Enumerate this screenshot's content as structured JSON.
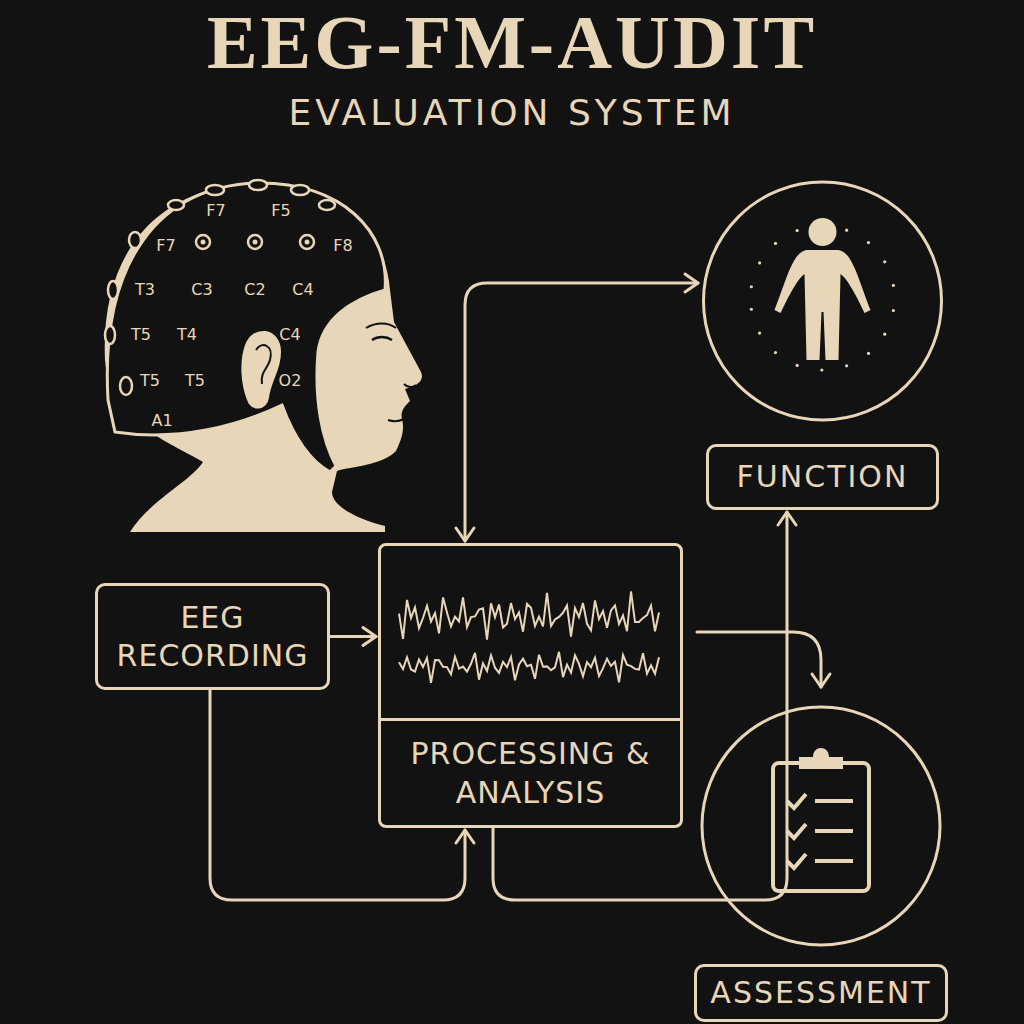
{
  "diagram": {
    "title": "EEG-FM-AUDIT",
    "nodes": [
      {
        "text": [
          "EEG RECORDING"
        ]
      },
      {
        "text": [
          "PROCESSING & ANALYSIS"
        ]
      },
      {
        "text": [
          "FUNCTION"
        ]
      },
      {
        "text": [
          "ASSESSMENT"
        ]
      }
    ],
    "edges": [
      {
        "from": 0,
        "to": 1,
        "arrow": "to"
      },
      {
        "from": 0,
        "to": 1,
        "arrow": "to"
      },
      {
        "from": 1,
        "to": 2,
        "arrow": "both"
      },
      {
        "from": 1,
        "to": 2,
        "arrow": "to"
      },
      {
        "from": 1,
        "to": 3,
        "arrow": "to"
      }
    ],
    "labels": [
      "EVALUATION SYSTEM",
      "F7",
      "F5",
      "F7",
      "F8",
      "T3",
      "C3",
      "C2",
      "C4",
      "T5",
      "T4",
      "C4",
      "T5",
      "T5",
      "O2",
      "A1"
    ]
  }
}
